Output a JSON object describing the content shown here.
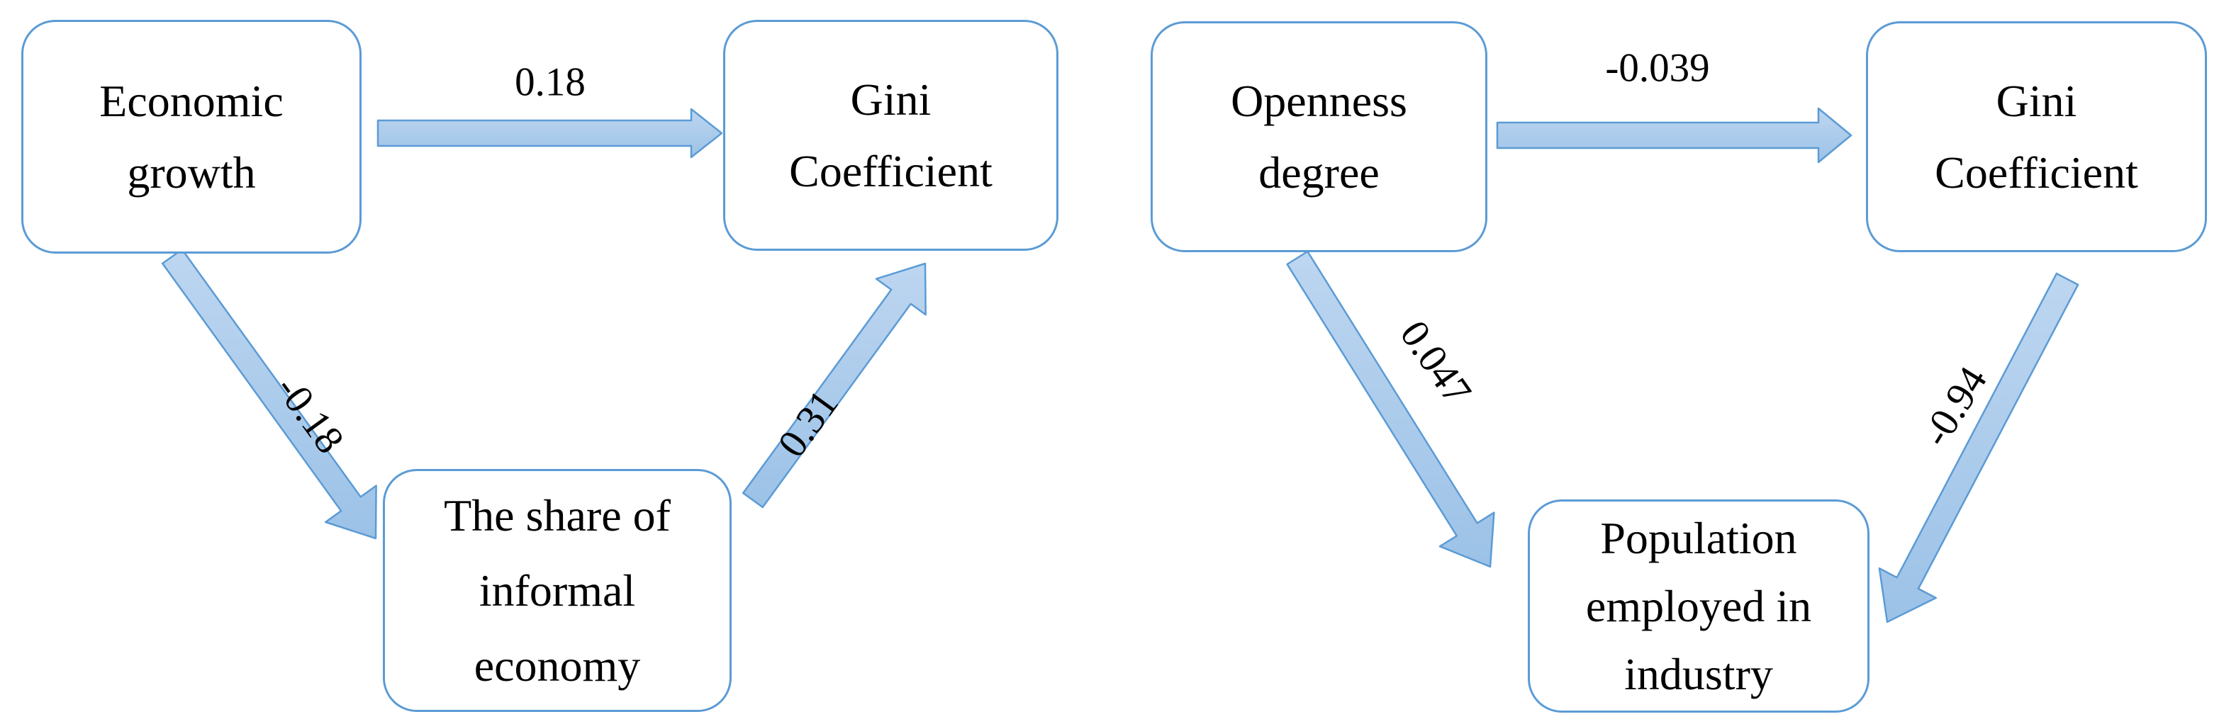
{
  "figure": {
    "type": "path-diagram",
    "description_visible_content_only": "Two mediation path diagrams with coefficient labels on block arrows",
    "left": {
      "nodes": {
        "economic_growth": {
          "lines": [
            "Economic",
            "growth"
          ]
        },
        "gini": {
          "lines": [
            "Gini",
            "Coefficient"
          ]
        },
        "informal_economy": {
          "lines": [
            "The share of",
            "informal",
            "economy"
          ]
        }
      },
      "edges": {
        "growth_gini": {
          "from": "economic_growth",
          "to": "gini",
          "label": "0.18"
        },
        "growth_informal": {
          "from": "economic_growth",
          "to": "informal_economy",
          "label": "-0.18"
        },
        "informal_gini": {
          "from": "informal_economy",
          "to": "gini",
          "label": "0.31"
        }
      }
    },
    "right": {
      "nodes": {
        "openness_degree": {
          "lines": [
            "Openness",
            "degree"
          ]
        },
        "gini": {
          "lines": [
            "Gini",
            "Coefficient"
          ]
        },
        "industry_population": {
          "lines": [
            "Population",
            "employed in",
            "industry"
          ]
        }
      },
      "edges": {
        "openness_gini": {
          "from": "openness_degree",
          "to": "gini",
          "label": "-0.039"
        },
        "openness_industry": {
          "from": "openness_degree",
          "to": "industry_population",
          "label": "0.047"
        },
        "gini_industry": {
          "from": "gini",
          "to": "industry_population",
          "label": "-0.94"
        }
      }
    },
    "colors": {
      "box_border": "#5b9bd5",
      "box_fill": "#ffffff",
      "arrow_fill_top": "#b9d3ef",
      "arrow_fill_bottom": "#9cc2e7",
      "arrow_stroke": "#5b9bd5",
      "text": "#000000",
      "background": "#ffffff"
    }
  }
}
